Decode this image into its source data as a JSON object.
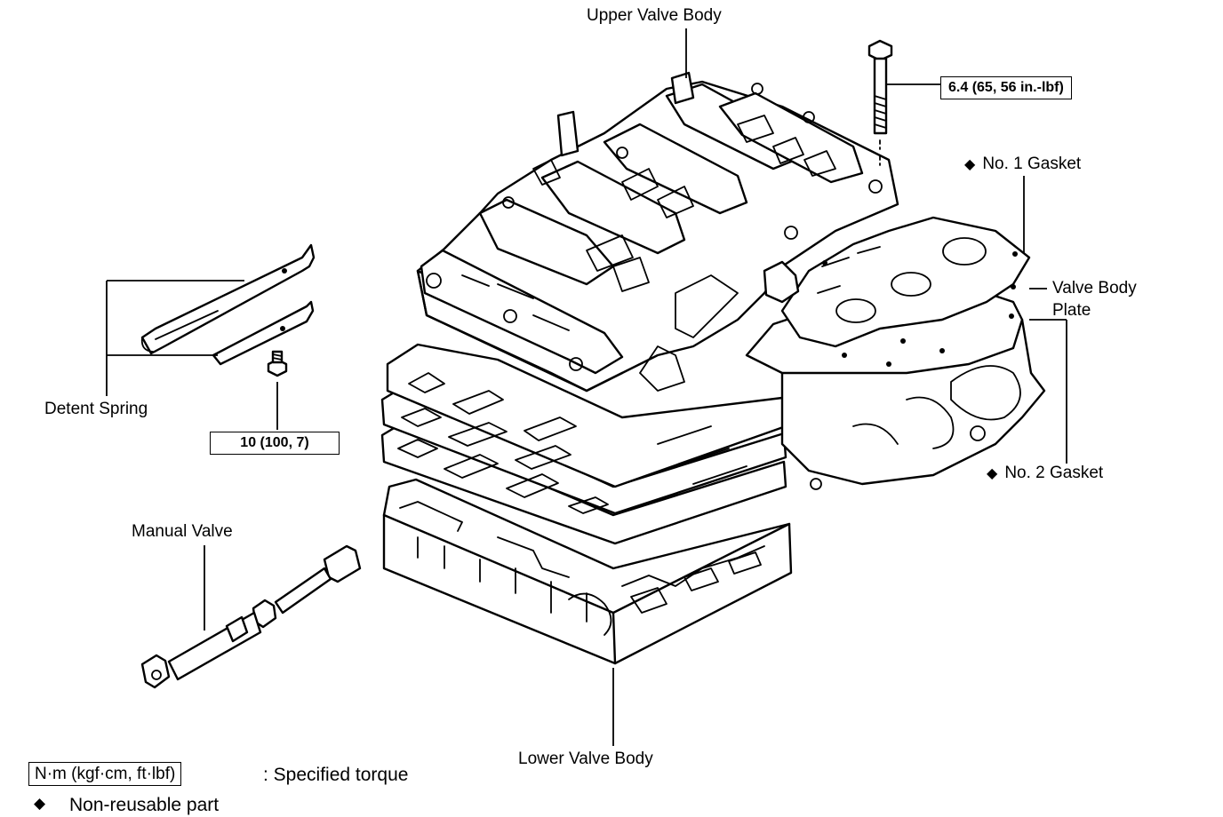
{
  "labels": {
    "upper_valve_body": "Upper Valve Body",
    "no1_gasket": "No. 1 Gasket",
    "valve_body_plate_line1": "Valve Body",
    "valve_body_plate_line2": "Plate",
    "no2_gasket": "No. 2 Gasket",
    "detent_spring": "Detent Spring",
    "manual_valve": "Manual Valve",
    "lower_valve_body": "Lower Valve Body"
  },
  "torque": {
    "upper_bolt": "6.4 (65, 56 in.-lbf)",
    "detent_bolt": "10 (100, 7)"
  },
  "legend": {
    "torque_unit_box": "N·m (kgf·cm, ft·lbf)",
    "torque_desc": ":  Specified torque",
    "non_reusable_symbol": "◆",
    "non_reusable_desc": "Non-reusable part"
  },
  "symbols": {
    "diamond": "◆"
  }
}
